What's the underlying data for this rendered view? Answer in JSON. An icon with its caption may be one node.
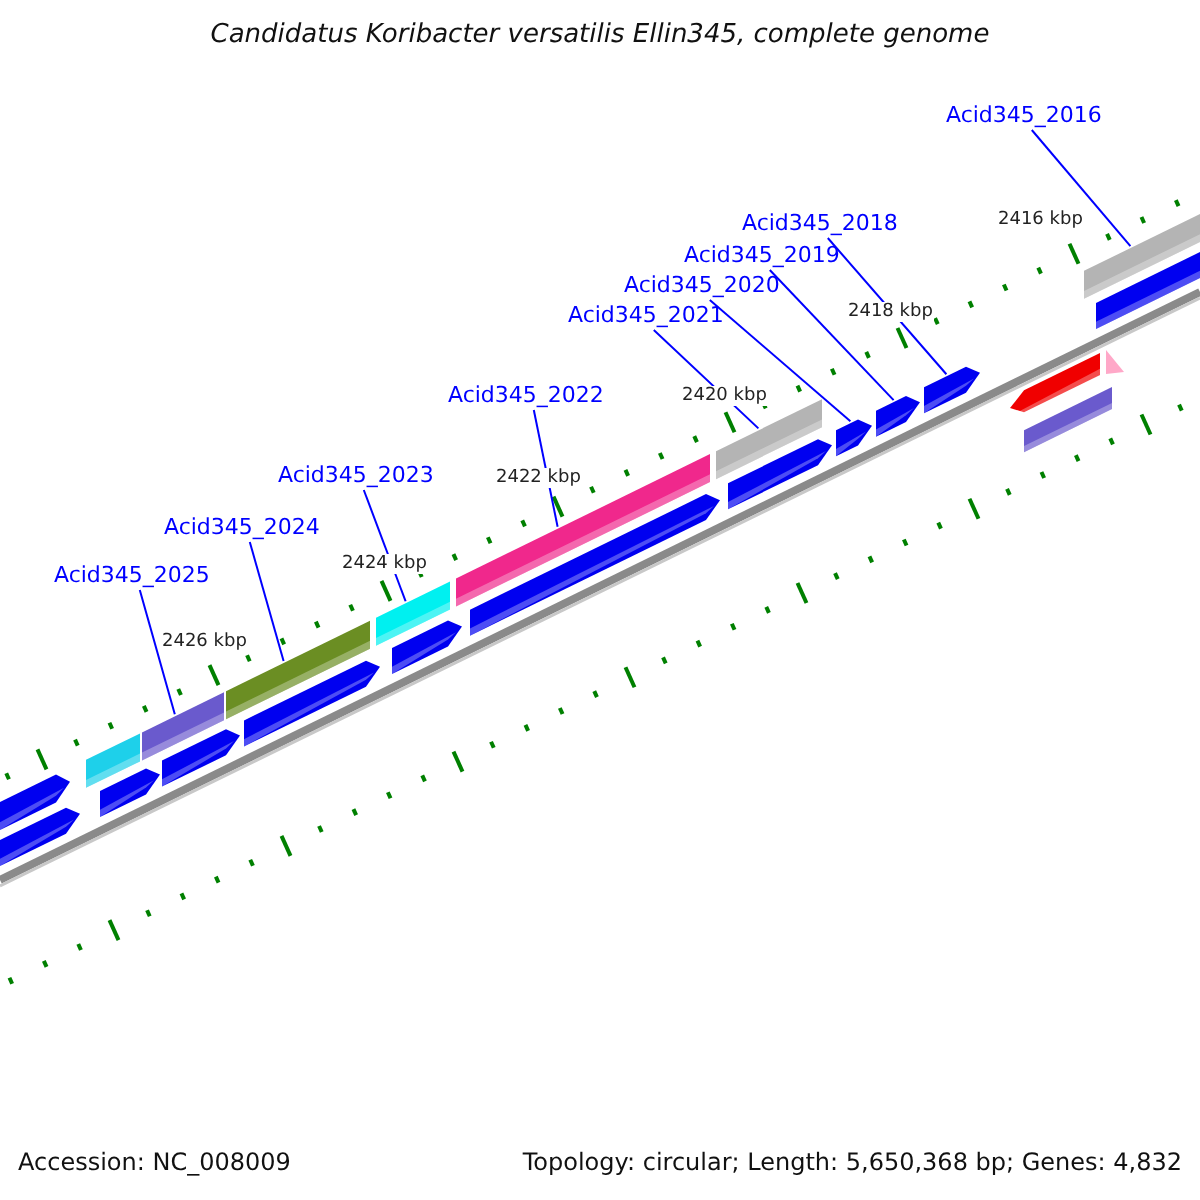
{
  "diagram": {
    "title": "Candidatus Koribacter versatilis Ellin345, complete genome",
    "nodes": [
      {
        "text": [
          "Acid345_2025"
        ]
      },
      {
        "text": [
          "Acid345_2024"
        ]
      },
      {
        "text": [
          "Acid345_2023"
        ]
      },
      {
        "text": [
          "Acid345_2022"
        ]
      },
      {
        "text": [
          "Acid345_2021"
        ]
      },
      {
        "text": [
          "Acid345_2020"
        ]
      },
      {
        "text": [
          "Acid345_2019"
        ]
      },
      {
        "text": [
          "Acid345_2018"
        ]
      },
      {
        "text": [
          "Acid345_2016"
        ]
      },
      {
        "text": [],
        "shape": "arrow"
      },
      {
        "text": [],
        "shape": "arrow"
      },
      {
        "text": [],
        "shape": "bar"
      },
      {
        "text": [],
        "shape": "arrow"
      },
      {
        "text": [],
        "shape": "bar"
      },
      {
        "text": [],
        "shape": "arrow"
      },
      {
        "text": [],
        "shape": "bar"
      },
      {
        "text": [],
        "shape": "arrow"
      },
      {
        "text": [],
        "shape": "bar"
      },
      {
        "text": [],
        "shape": "arrow"
      },
      {
        "text": [],
        "shape": "bar"
      },
      {
        "text": [],
        "shape": "arrow"
      },
      {
        "text": [],
        "shape": "bar"
      },
      {
        "text": [],
        "shape": "arrow"
      },
      {
        "text": [],
        "shape": "arrow"
      },
      {
        "text": [],
        "shape": "arrow"
      },
      {
        "text": [],
        "shape": "arrow"
      },
      {
        "text": [],
        "shape": "arrow"
      },
      {
        "text": [],
        "shape": "bar"
      },
      {
        "text": [],
        "shape": "triangle"
      },
      {
        "text": [],
        "shape": "bar"
      },
      {
        "text": [],
        "shape": "bar"
      }
    ],
    "edges": [
      {
        "from": 0,
        "to": 13,
        "arrow": "none"
      },
      {
        "from": 1,
        "to": 15,
        "arrow": "none"
      },
      {
        "from": 2,
        "to": 17,
        "arrow": "none"
      },
      {
        "from": 3,
        "to": 19,
        "arrow": "none"
      },
      {
        "from": 4,
        "to": 21,
        "arrow": "none"
      },
      {
        "from": 5,
        "to": 23,
        "arrow": "none"
      },
      {
        "from": 6,
        "to": 24,
        "arrow": "none"
      },
      {
        "from": 7,
        "to": 25,
        "arrow": "none"
      },
      {
        "from": 8,
        "to": 29,
        "arrow": "none"
      }
    ],
    "labels": [
      "2416 kbp",
      "2418 kbp",
      "2420 kbp",
      "2422 kbp",
      "2424 kbp",
      "2426 kbp",
      "Accession: NC_008009",
      "Topology: circular; Length: 5,650,368 bp; Genes: 4,832"
    ]
  }
}
